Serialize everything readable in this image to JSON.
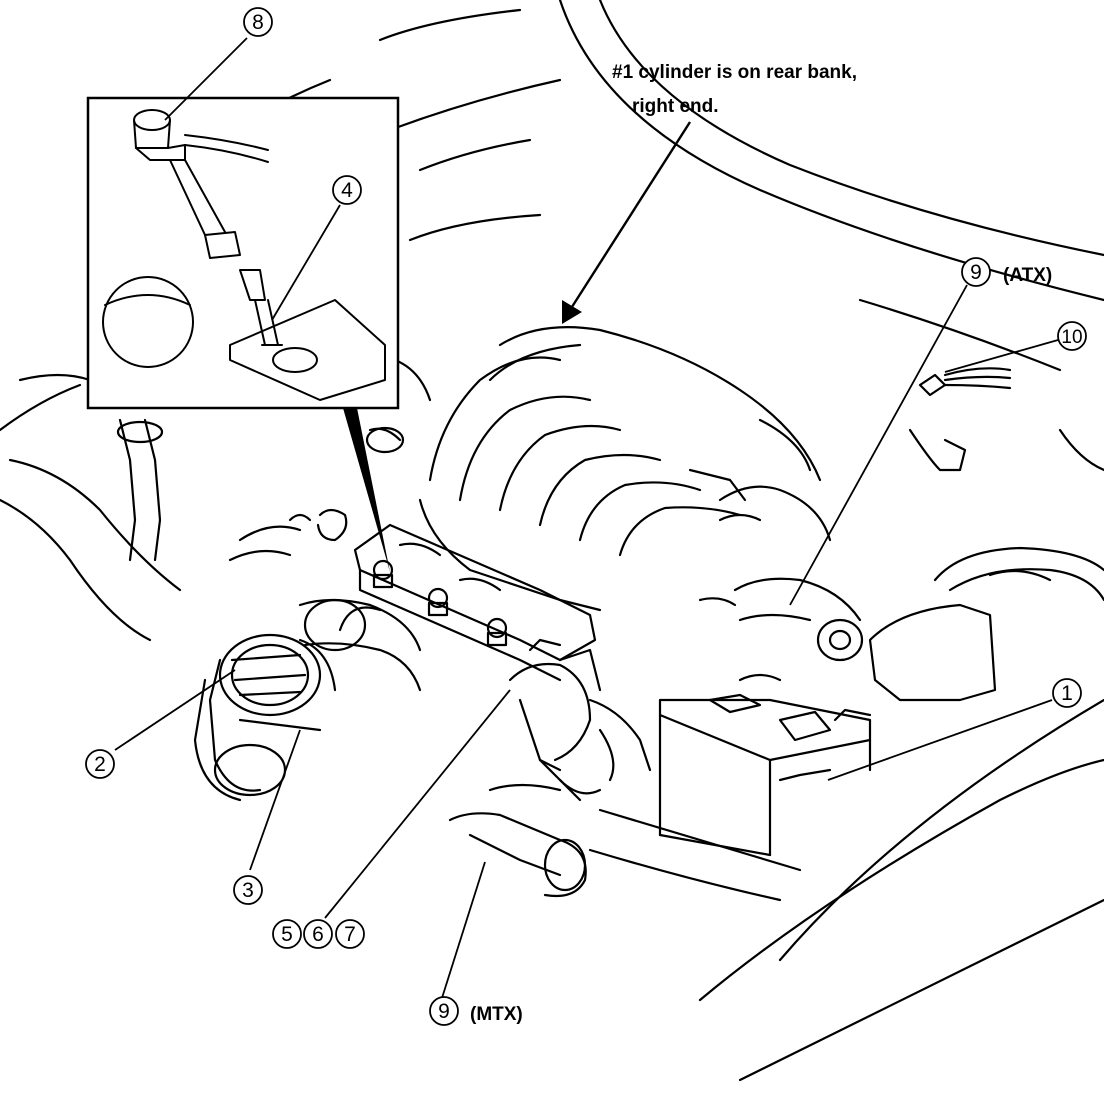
{
  "note": {
    "line1": "#1 cylinder is on rear bank,",
    "line2": "right end."
  },
  "callouts": {
    "c1": "1",
    "c2": "2",
    "c3": "3",
    "c4": "4",
    "c5": "5",
    "c6": "6",
    "c7": "7",
    "c8": "8",
    "c9_atx": "9",
    "c9_mtx": "9",
    "c10": "10"
  },
  "tags": {
    "atx": "(ATX)",
    "mtx": "(MTX)"
  }
}
